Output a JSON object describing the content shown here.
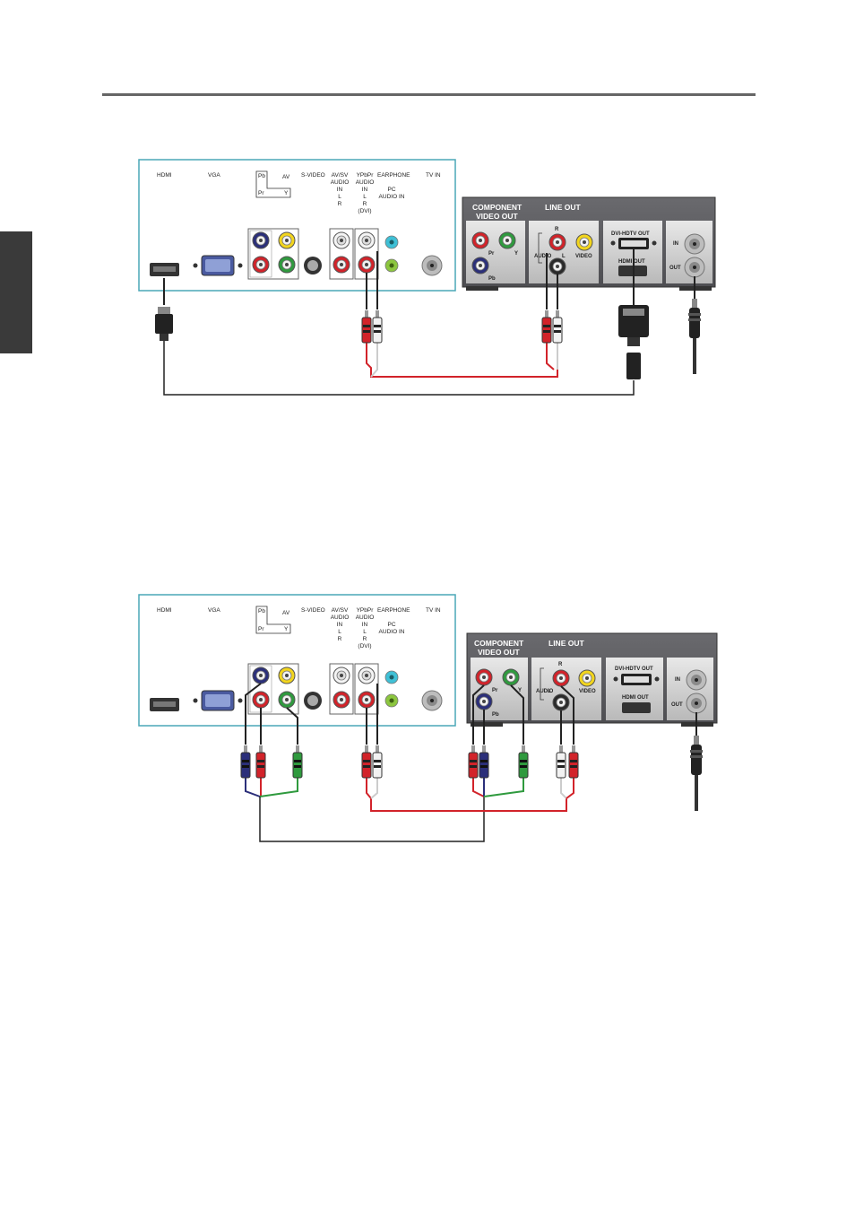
{
  "tv_panel": {
    "labels": {
      "hdmi": "HDMI",
      "vga": "VGA",
      "pb": "Pb",
      "pr": "Pr",
      "y": "Y",
      "av": "AV",
      "svideo": "S-VIDEO",
      "avsv_audio": [
        "AV/SV",
        "AUDIO",
        "IN",
        "L",
        "R"
      ],
      "ypbpr_audio": [
        "YPbPr",
        "AUDIO",
        "IN",
        "L",
        "R",
        "(DVI)"
      ],
      "earphone": "EARPHONE",
      "pc_audio": [
        "PC",
        "AUDIO IN"
      ],
      "tv_in": "TV IN"
    }
  },
  "device_panel": {
    "labels": {
      "component": [
        "COMPONENT",
        "VIDEO OUT"
      ],
      "line_out": "LINE OUT",
      "audio": "AUDIO",
      "r": "R",
      "l": "L",
      "video": "VIDEO",
      "pr": "Pr",
      "pb": "Pb",
      "y": "Y",
      "dvi_hdtv_out": "DVI-HDTV OUT",
      "hdmi_out": "HDMI OUT",
      "in": "IN",
      "out": "OUT"
    }
  },
  "colors": {
    "panel_border": "#4aa7b7",
    "jack_red": "#d2232a",
    "jack_blue": "#2b2f7a",
    "jack_green": "#2f9a3e",
    "jack_yellow": "#f2d51e",
    "jack_cyan": "#3fc0d6",
    "jack_lightgreen": "#8cc63f",
    "device_body": "#5e5e62"
  }
}
